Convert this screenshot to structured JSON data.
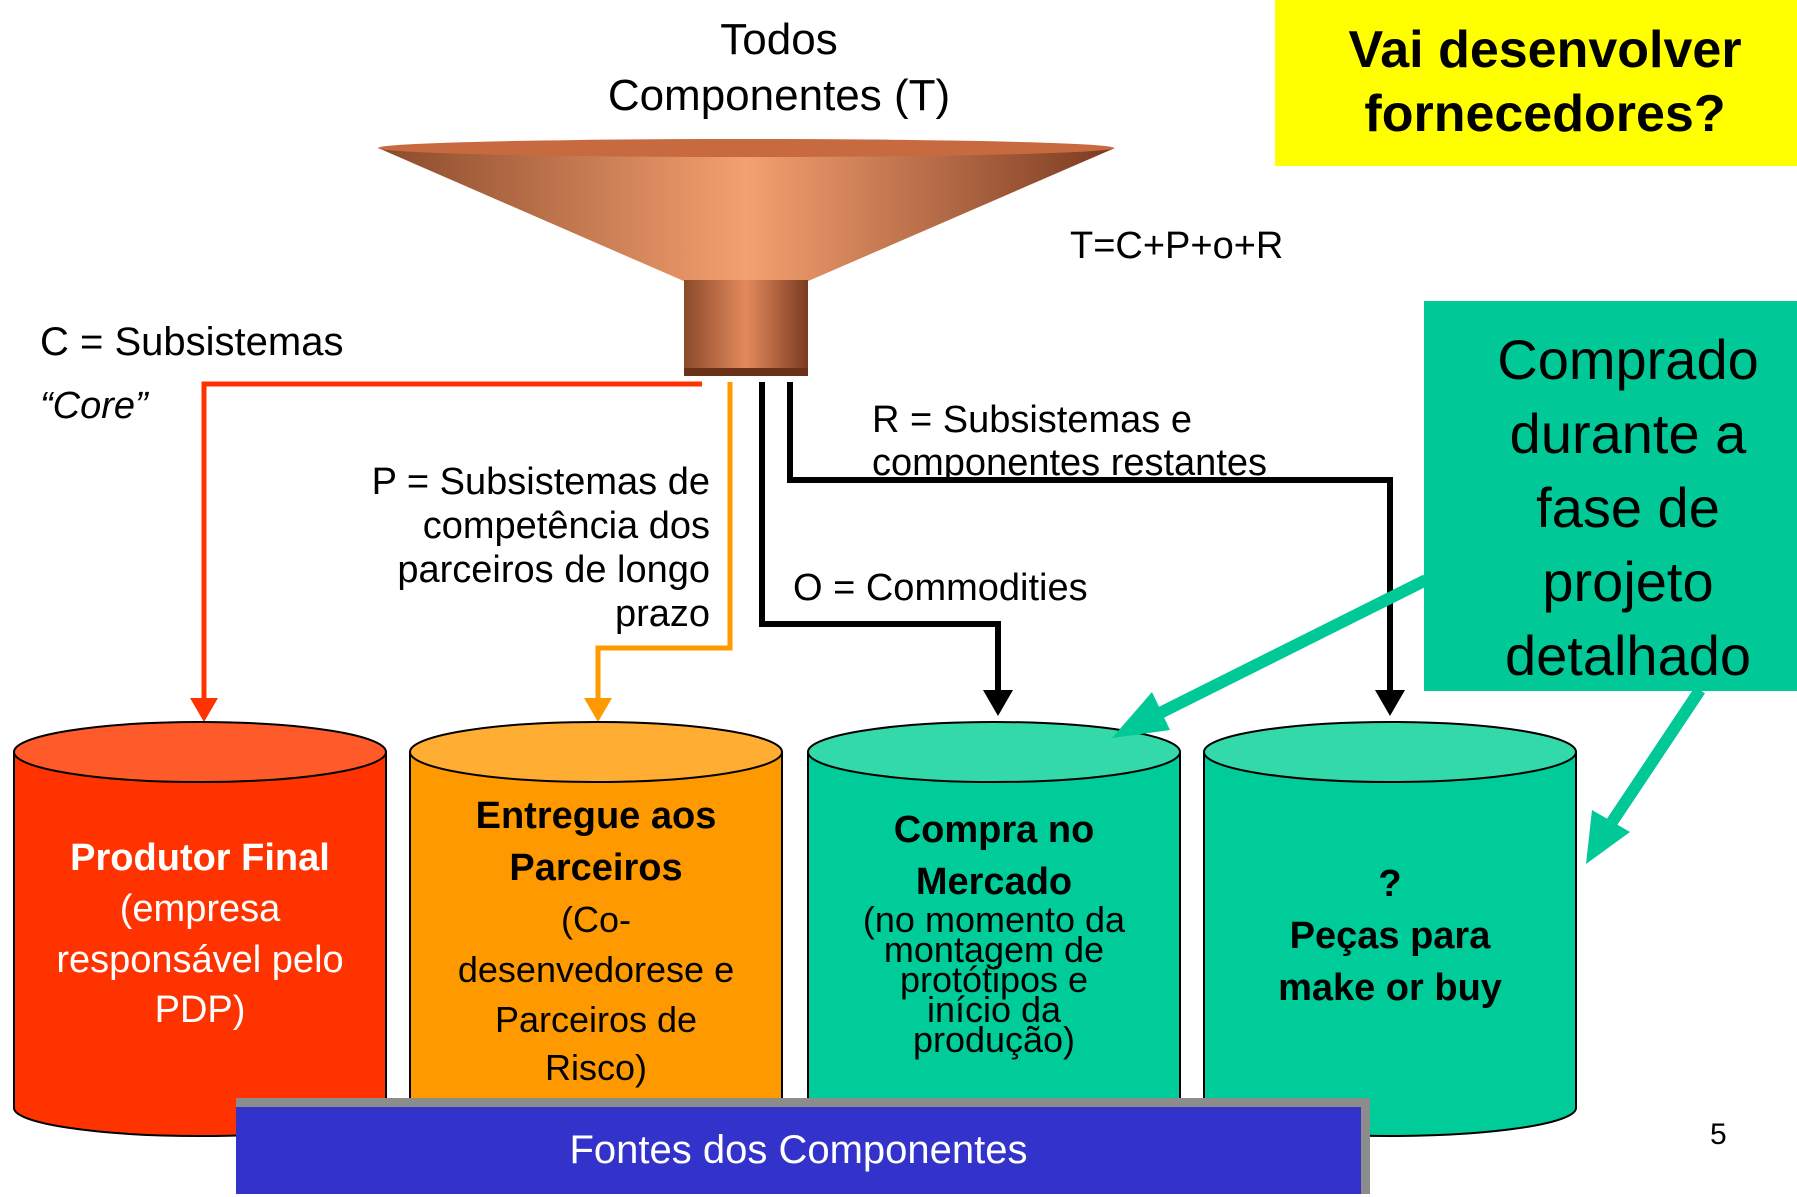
{
  "funnel": {
    "title_line1": "Todos",
    "title_line2": "Componentes (T)",
    "formula": "T=C+P+o+R"
  },
  "branches": {
    "c_line1": "C = Subsistemas",
    "c_line2": "“Core”",
    "p_lines": [
      "P = Subsistemas de",
      "competência dos",
      "parceiros de longo",
      "prazo"
    ],
    "r_lines": [
      "R = Subsistemas e",
      "componentes restantes"
    ],
    "o_label": "O = Commodities"
  },
  "cylinders": [
    {
      "bold": [
        "Produtor Final"
      ],
      "normal": [
        "(empresa",
        "responsável pelo",
        "PDP)"
      ]
    },
    {
      "bold": [
        "Entregue aos",
        "Parceiros"
      ],
      "normal": [
        "(Co-",
        "desenvedorese e",
        "Parceiros de",
        "Risco)"
      ]
    },
    {
      "bold": [
        "Compra no",
        "Mercado"
      ],
      "normal": [
        "(no momento da",
        "montagem de",
        "protótipos e",
        "início da",
        "produção)"
      ]
    },
    {
      "bold": [
        "?",
        "Peças para",
        "make or buy"
      ],
      "normal": []
    }
  ],
  "question_box": {
    "line1": "Vai desenvolver",
    "line2": "fornecedores?"
  },
  "note_box": {
    "lines": [
      "Comprado",
      "durante a",
      "fase de",
      "projeto",
      "detalhado"
    ]
  },
  "footer": {
    "label": "Fontes dos Componentes"
  },
  "page_number": "5",
  "colors": {
    "funnel": "#e8885a",
    "core": "#ff3300",
    "partners": "#ff9900",
    "market": "#00cc99",
    "question": "#ffff00",
    "note": "#00c896",
    "footer": "#3333cc"
  }
}
